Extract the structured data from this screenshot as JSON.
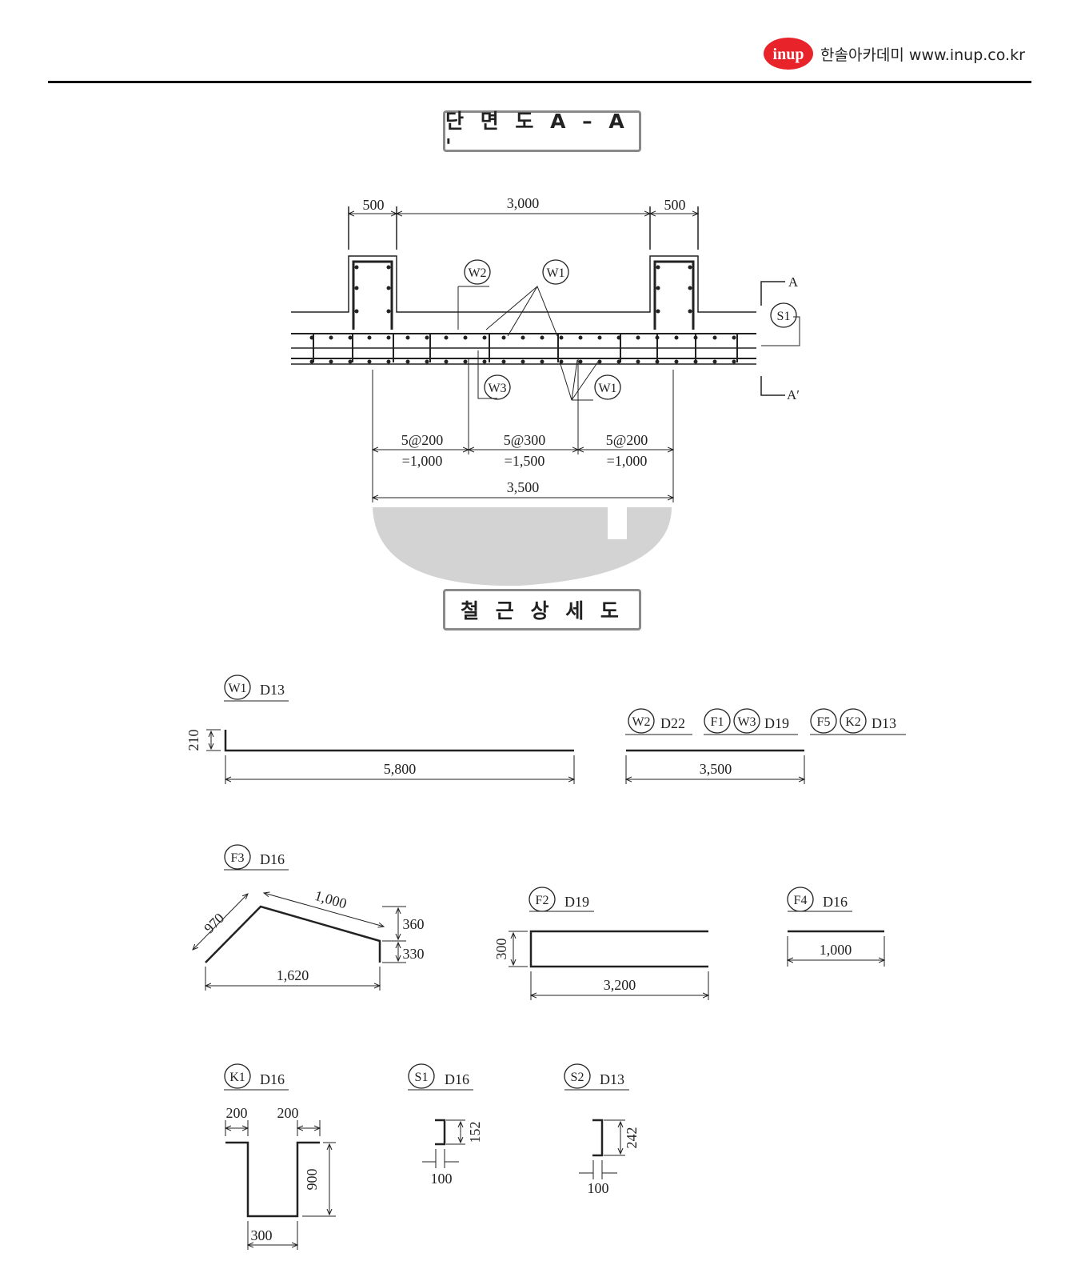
{
  "header": {
    "logo_text": "inup",
    "brand_text": "한솔아카데미 www.inup.co.kr",
    "accent_color": "#e8232a"
  },
  "section": {
    "title": "단 면 도 A – A '",
    "dims_top": [
      "500",
      "3,000",
      "500"
    ],
    "tags": {
      "w2": "W2",
      "w1a": "W1",
      "w3": "W3",
      "w1b": "W1",
      "s1": "S1"
    },
    "section_marks": {
      "a": "A",
      "a_prime": "A′"
    },
    "spacing": [
      {
        "line1": "5@200",
        "line2": "=1,000"
      },
      {
        "line1": "5@300",
        "line2": "=1,500"
      },
      {
        "line1": "5@200",
        "line2": "=1,000"
      }
    ],
    "total": "3,500"
  },
  "detail": {
    "title": "철 근 상 세 도",
    "w1": {
      "tag": "W1",
      "size": "D13",
      "hook": "210",
      "length": "5,800"
    },
    "w2": {
      "tag": "W2",
      "size": "D22",
      "f1": "F1",
      "w3": "W3",
      "size2": "D19",
      "f5": "F5",
      "k2": "K2",
      "size3": "D13",
      "length": "3,500"
    },
    "f3": {
      "tag": "F3",
      "size": "D16",
      "d1": "970",
      "d2": "1,000",
      "d3": "360",
      "d4": "330",
      "d5": "1,620"
    },
    "f2": {
      "tag": "F2",
      "size": "D19",
      "h": "300",
      "length": "3,200"
    },
    "f4": {
      "tag": "F4",
      "size": "D16",
      "length": "1,000"
    },
    "k1": {
      "tag": "K1",
      "size": "D16",
      "l": "200",
      "r": "200",
      "h": "900",
      "w": "300"
    },
    "s1": {
      "tag": "S1",
      "size": "D16",
      "h": "152",
      "w": "100"
    },
    "s2": {
      "tag": "S2",
      "size": "D13",
      "h": "242",
      "w": "100"
    }
  }
}
